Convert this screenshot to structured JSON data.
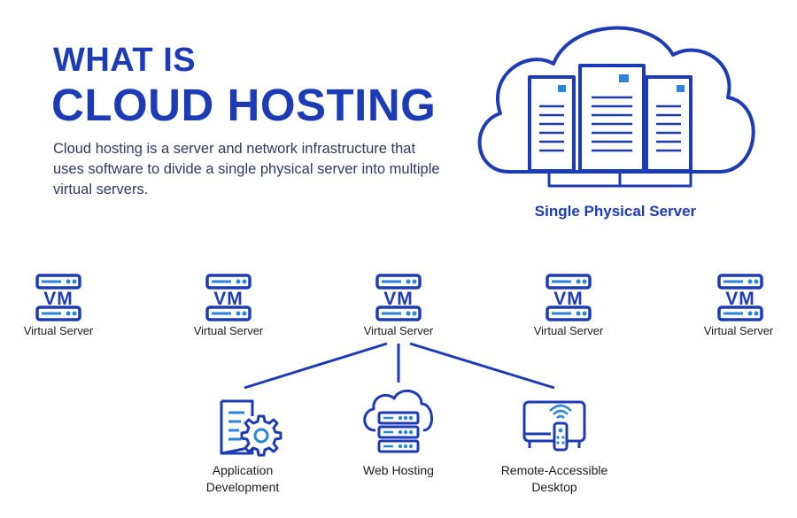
{
  "title": {
    "line1": "WHAT IS",
    "line2": "CLOUD HOSTING"
  },
  "description": "Cloud hosting is a server and network infrastructure that uses software to divide a single physical server into multiple virtual servers.",
  "physical_server": {
    "label": "Single Physical Server",
    "icon": "cloud-server-icon"
  },
  "virtual_servers": [
    {
      "label": "Virtual Server",
      "badge": "VM"
    },
    {
      "label": "Virtual Server",
      "badge": "VM"
    },
    {
      "label": "Virtual Server",
      "badge": "VM"
    },
    {
      "label": "Virtual Server",
      "badge": "VM"
    },
    {
      "label": "Virtual Server",
      "badge": "VM"
    }
  ],
  "services": [
    {
      "label_line1": "Application",
      "label_line2": "Development",
      "icon": "app-development-icon"
    },
    {
      "label_line1": "Web Hosting",
      "label_line2": "",
      "icon": "web-hosting-icon"
    },
    {
      "label_line1": "Remote-Accessible",
      "label_line2": "Desktop",
      "icon": "remote-desktop-icon"
    }
  ],
  "colors": {
    "primary": "#1d3bb5",
    "accent": "#2a86d8",
    "text": "#2f3a63"
  }
}
